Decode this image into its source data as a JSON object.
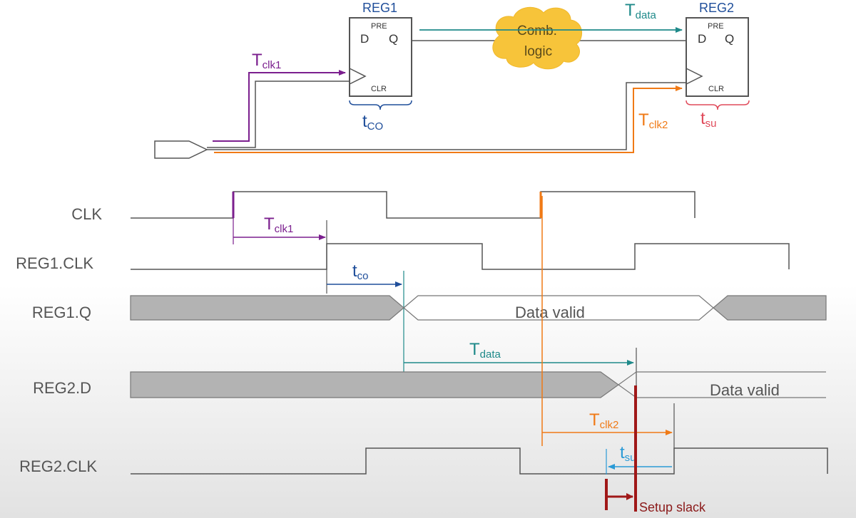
{
  "diagram": {
    "registers": {
      "reg1": {
        "name": "REG1",
        "d": "D",
        "q": "Q",
        "pre": "PRE",
        "clr": "CLR"
      },
      "reg2": {
        "name": "REG2",
        "d": "D",
        "q": "Q",
        "pre": "PRE",
        "clr": "CLR"
      }
    },
    "comb_logic": {
      "line1": "Comb.",
      "line2": "logic"
    },
    "labels": {
      "tclk1": {
        "main": "T",
        "sub": "clk1"
      },
      "tclk2": {
        "main": "T",
        "sub": "clk2"
      },
      "tdata": {
        "main": "T",
        "sub": "data"
      },
      "tco": {
        "main": "t",
        "sub": "CO"
      },
      "tsu": {
        "main": "t",
        "sub": "su"
      }
    }
  },
  "timing": {
    "signals": [
      "CLK",
      "REG1.CLK",
      "REG1.Q",
      "REG2.D",
      "REG2.CLK"
    ],
    "data_valid": "Data valid",
    "labels": {
      "tclk1": {
        "main": "T",
        "sub": "clk1"
      },
      "tco": {
        "main": "t",
        "sub": "co"
      },
      "tdata": {
        "main": "T",
        "sub": "data"
      },
      "tclk2": {
        "main": "T",
        "sub": "clk2"
      },
      "tsu": {
        "main": "t",
        "sub": "su"
      }
    },
    "setup_slack": "Setup slack"
  },
  "colors": {
    "clk1": "#7b1f8e",
    "clk2": "#f07a16",
    "data": "#1f8a8a",
    "tco": "#1f4e9a",
    "tsu": "#2a9ad6",
    "slack": "#a01818",
    "bus_fill": "#b3b3b3",
    "cloud": "#f7c43a",
    "tsu_brace": "#e04a5a"
  }
}
